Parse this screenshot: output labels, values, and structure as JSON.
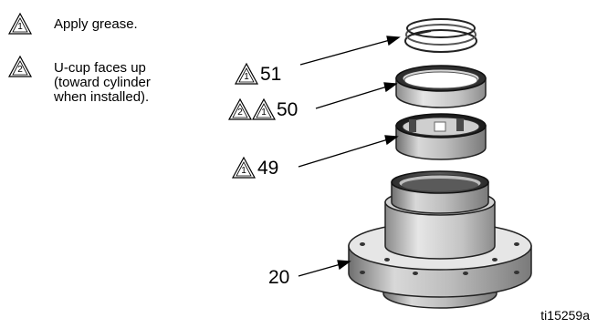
{
  "notes": [
    {
      "marker": "1",
      "text": "Apply grease."
    },
    {
      "marker": "2",
      "text": "U-cup faces up\n(toward cylinder\nwhen installed)."
    }
  ],
  "callouts": [
    {
      "part": "51",
      "markers": [
        "1"
      ]
    },
    {
      "part": "50",
      "markers": [
        "2",
        "1"
      ]
    },
    {
      "part": "49",
      "markers": [
        "1"
      ]
    },
    {
      "part": "20",
      "markers": []
    }
  ],
  "figure_id": "ti15259a"
}
